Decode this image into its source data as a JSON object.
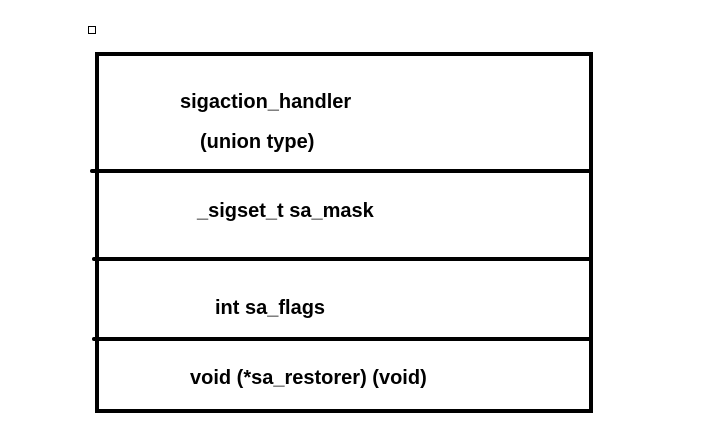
{
  "structure": {
    "fields": [
      {
        "name": "sigaction_handler",
        "sub": "(union type)"
      },
      {
        "name": "_sigset_t  sa_mask"
      },
      {
        "name": "int sa_flags"
      },
      {
        "name": "void (*sa_restorer) (void)"
      }
    ]
  }
}
